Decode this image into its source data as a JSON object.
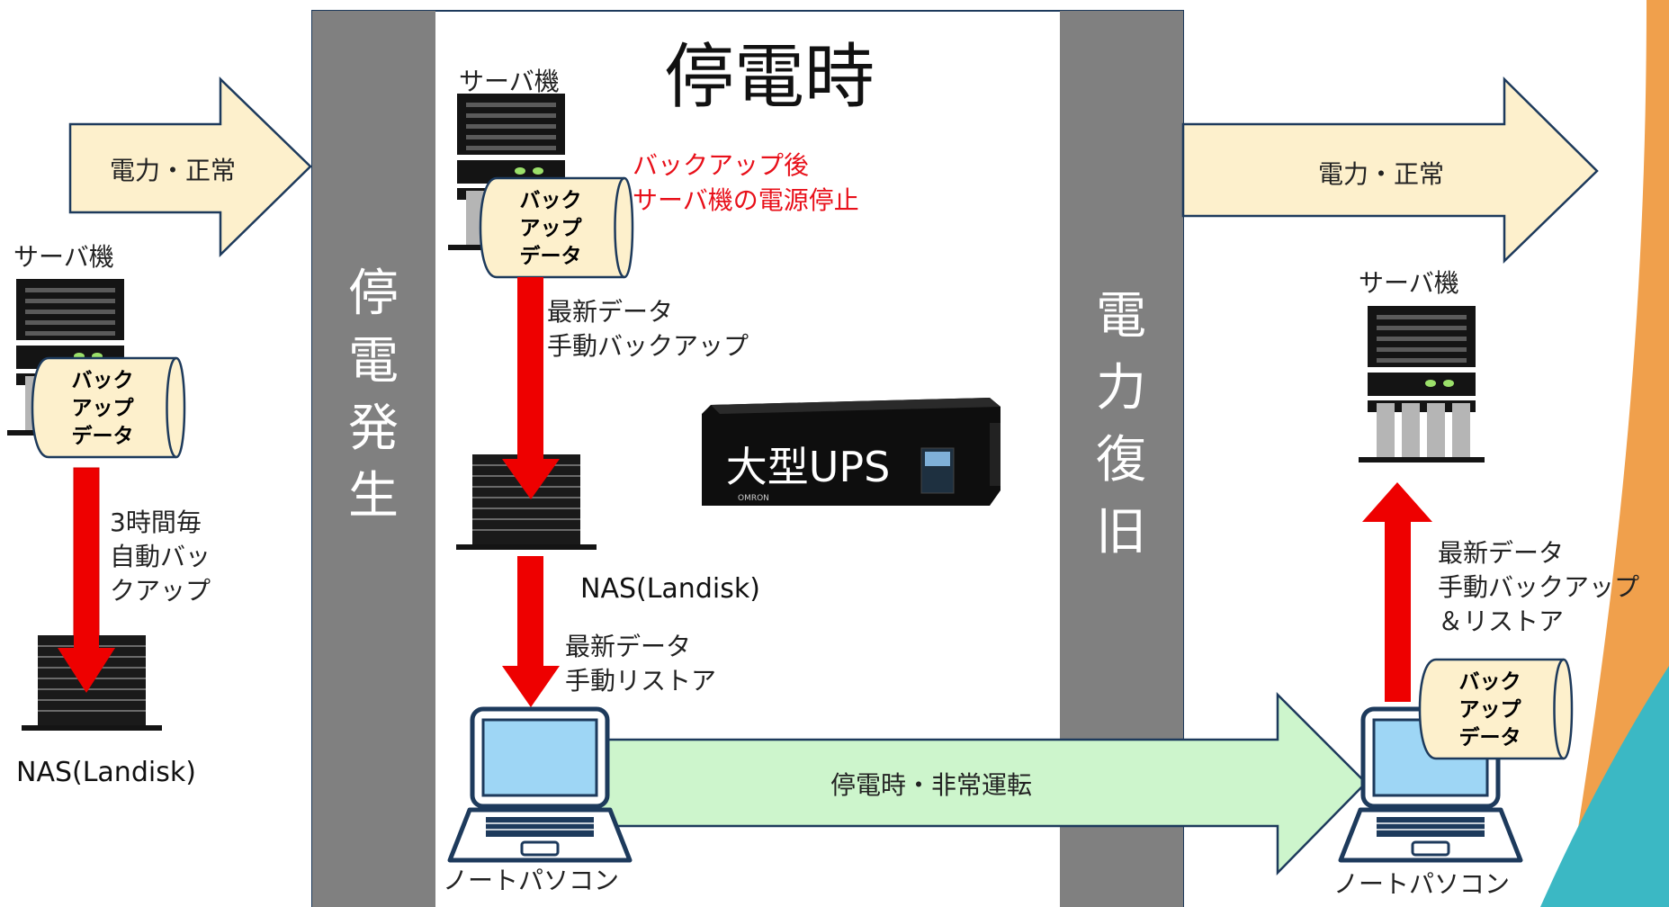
{
  "title": "停電時",
  "bands": {
    "left": "停電発生",
    "right": "電力復旧"
  },
  "arrows": {
    "power_left": "電力・正常",
    "power_right": "電力・正常",
    "emergency": "停電時・非常運転"
  },
  "labels": {
    "server_left": "サーバ機",
    "server_mid": "サーバ機",
    "server_right": "サーバ機",
    "nas_left": "NAS(Landisk)",
    "nas_mid": "NAS(Landisk)",
    "laptop_mid": "ノートパソコン",
    "laptop_right": "ノートパソコン",
    "ups": "大型UPS",
    "ups_brand": "OMRON"
  },
  "backup_data": [
    "バック",
    "アップ",
    "データ"
  ],
  "notes": {
    "auto_backup": [
      "3時間毎",
      "自動バッ",
      "クアップ"
    ],
    "manual_backup": [
      "最新データ",
      "手動バックアップ"
    ],
    "manual_restore": [
      "最新データ",
      "手動リストア"
    ],
    "manual_backup_restore": [
      "最新データ",
      "手動バックアップ",
      "＆リストア"
    ],
    "shutdown": [
      "バックアップ後",
      "サーバ機の電源停止"
    ]
  },
  "colors": {
    "band": "#808080",
    "power_arrow": "#fdf0cc",
    "emergency_arrow": "#cdf5cc",
    "red_arrow": "#ee0000",
    "note_red": "#e8101a",
    "laptop_screen": "#9ed6f5",
    "laptop_outline": "#1d3a5c",
    "accent_orange": "#f0a04c",
    "accent_teal": "#3bb8c4"
  }
}
